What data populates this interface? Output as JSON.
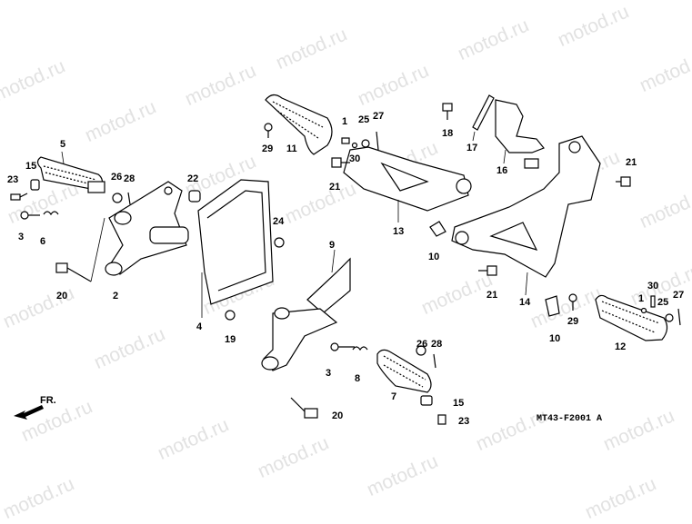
{
  "watermark": "motod.ru",
  "diagram_code": "MT43-F2001 A",
  "front_arrow": "FR.",
  "callouts": {
    "c1": "1",
    "c2": "2",
    "c3a": "3",
    "c3b": "3",
    "c4": "4",
    "c5": "5",
    "c6": "6",
    "c7": "7",
    "c8": "8",
    "c9": "9",
    "c10a": "10",
    "c10b": "10",
    "c11": "11",
    "c12": "12",
    "c13": "13",
    "c14": "14",
    "c15a": "15",
    "c15b": "15",
    "c16": "16",
    "c17": "17",
    "c18": "18",
    "c19": "19",
    "c20a": "20",
    "c20b": "20",
    "c21a": "21",
    "c21b": "21",
    "c21c": "21",
    "c22": "22",
    "c23a": "23",
    "c23b": "23",
    "c24": "24",
    "c25a": "25",
    "c25b": "25",
    "c26a": "26",
    "c26b": "26",
    "c27a": "27",
    "c27b": "27",
    "c28a": "28",
    "c28b": "28",
    "c29a": "29",
    "c29b": "29",
    "c30a": "30",
    "c30b": "30"
  },
  "colors": {
    "line": "#000000",
    "watermark": "#e2e2e2",
    "background": "#ffffff"
  }
}
